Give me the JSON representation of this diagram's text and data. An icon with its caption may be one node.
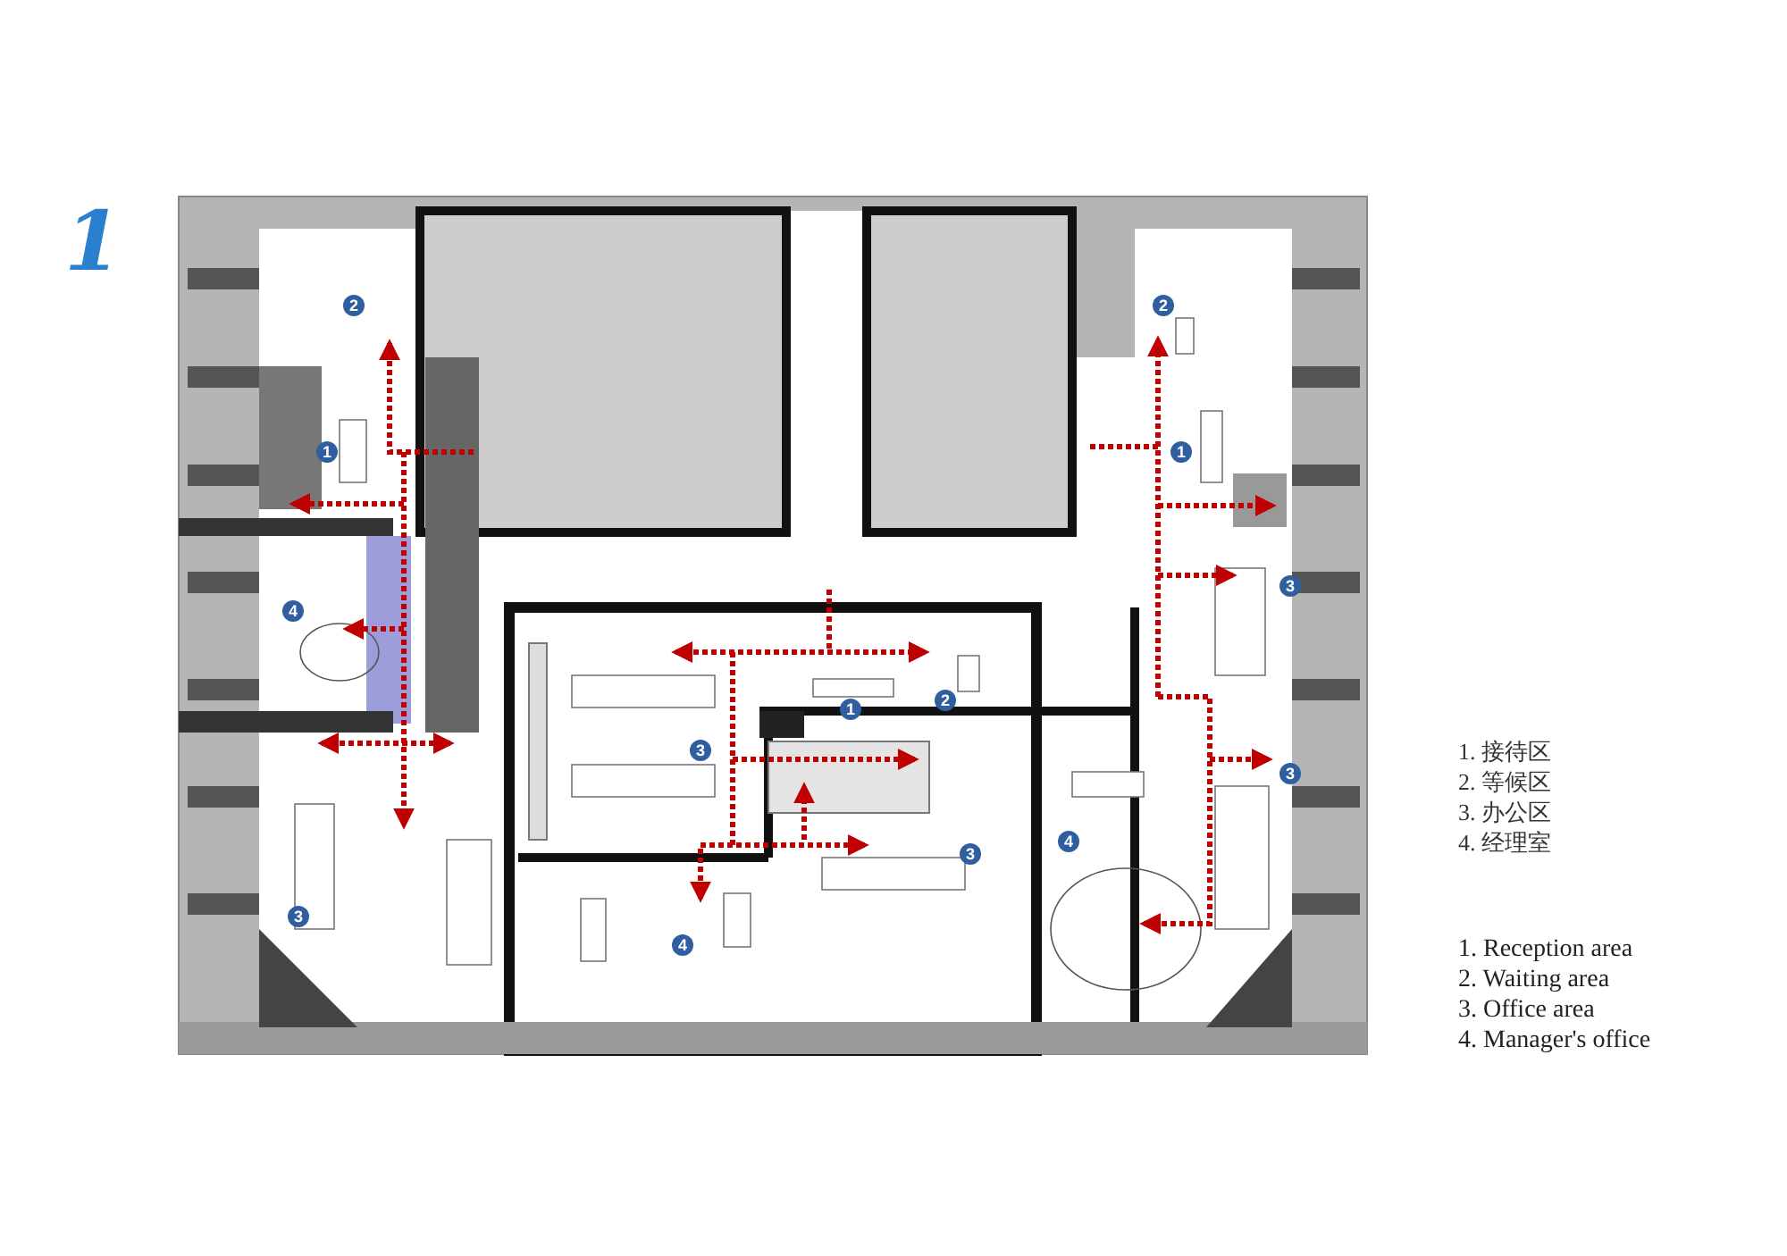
{
  "diagram": {
    "title": "1",
    "labels": [
      "2",
      "2",
      "1",
      "1",
      "3",
      "4",
      "2",
      "1",
      "3",
      "3",
      "4",
      "3",
      "3",
      "4",
      "1. 接待区",
      "2. 等候区",
      "3. 办公区",
      "4. 经理室",
      "1. Reception area",
      "2. Waiting area",
      "3. Office area",
      "4. Manager's office"
    ]
  }
}
